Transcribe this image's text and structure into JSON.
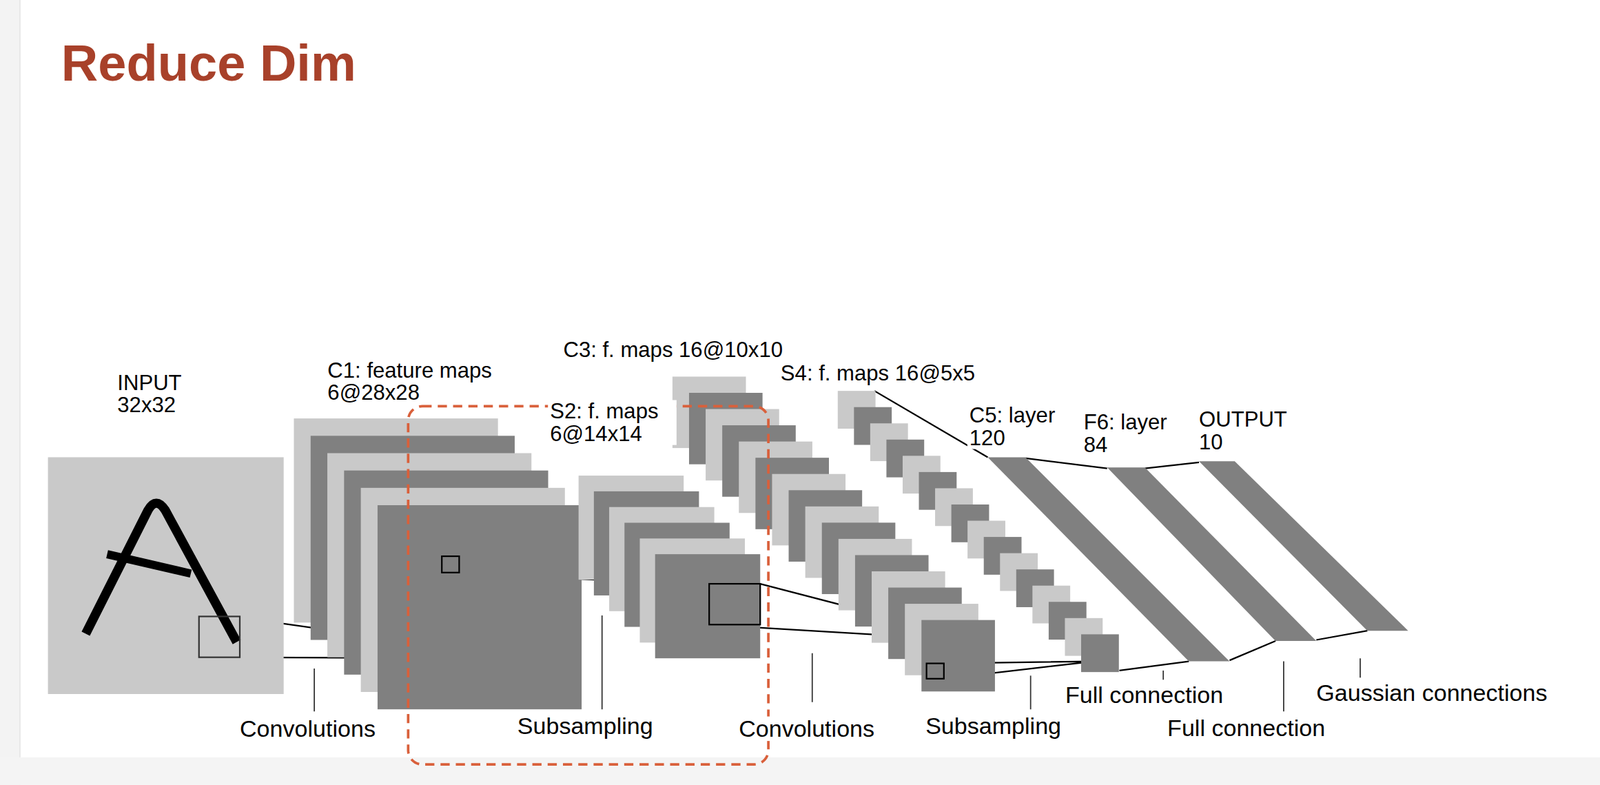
{
  "diagram": {
    "title": "Reduce Dim",
    "nodes": [
      {
        "text": [
          "INPUT 32x32"
        ]
      },
      {
        "text": [
          "C1: feature maps 6@28x28"
        ]
      },
      {
        "text": [
          "S2: f. maps 6@14x14"
        ]
      },
      {
        "text": [
          "C3: f. maps 16@10x10"
        ]
      },
      {
        "text": [
          "S4: f. maps 16@5x5"
        ]
      },
      {
        "text": [
          "C5: layer 120"
        ]
      },
      {
        "text": [
          "F6: layer 84"
        ]
      },
      {
        "text": [
          "OUTPUT 10"
        ]
      }
    ],
    "edges": [
      {
        "from": 0,
        "to": 1,
        "arrow": "none"
      },
      {
        "from": 1,
        "to": 2,
        "arrow": "none"
      },
      {
        "from": 2,
        "to": 3,
        "arrow": "none"
      },
      {
        "from": 3,
        "to": 4,
        "arrow": "none"
      },
      {
        "from": 4,
        "to": 5,
        "arrow": "none"
      },
      {
        "from": 5,
        "to": 6,
        "arrow": "none"
      },
      {
        "from": 6,
        "to": 7,
        "arrow": "none"
      }
    ],
    "labels": [
      "Convolutions",
      "Subsampling",
      "Convolutions",
      "Subsampling",
      "Full connection",
      "Full connection",
      "Gaussian connections"
    ]
  }
}
